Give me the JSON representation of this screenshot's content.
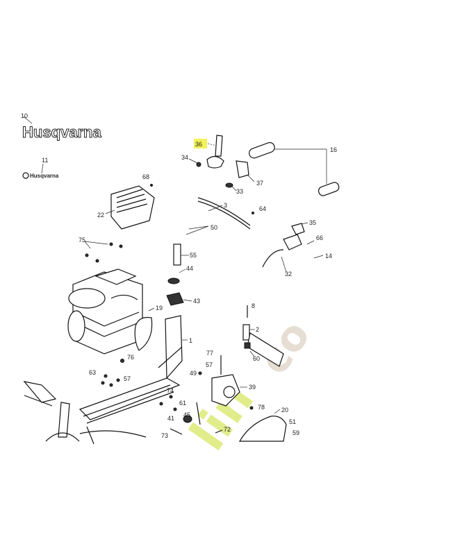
{
  "brand": {
    "logo_text": "Husqvarna",
    "small_logo_text": "Husqvarna"
  },
  "callouts": {
    "c10": "10",
    "c11": "11",
    "c36": "36",
    "c34": "34",
    "c16": "16",
    "c37": "37",
    "c33": "33",
    "c68": "68",
    "c3": "3",
    "c64": "64",
    "c22": "22",
    "c50": "50",
    "c35": "35",
    "c75": "75",
    "c66": "66",
    "c55": "55",
    "c14": "14",
    "c44": "44",
    "c32": "32",
    "c43": "43",
    "c19": "19",
    "c2": "2",
    "c1": "1",
    "c60": "60",
    "c77": "77",
    "c76": "76",
    "c49": "49",
    "c57": "57",
    "c63": "63",
    "c39": "39",
    "c74": "74",
    "c78": "78",
    "c20": "20",
    "c61": "61",
    "c45": "45",
    "c41": "41",
    "c51": "51",
    "c59": "59",
    "c73": "73",
    "c72": "72",
    "c8": "8"
  },
  "highlight": {
    "part": "36",
    "color": "#f3f25a"
  },
  "watermark": {
    "text": "lin",
    "color": "#c9df2b"
  }
}
